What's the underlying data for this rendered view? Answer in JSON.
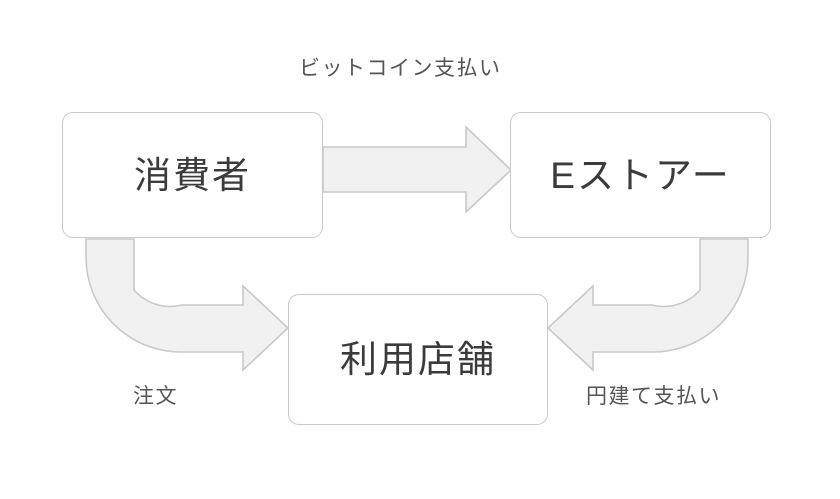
{
  "diagram": {
    "title_text": "",
    "background_color": "#ffffff",
    "node_fill": "#ffffff",
    "node_border_color": "#c9c9c9",
    "arrow_fill": "#f1f1f1",
    "arrow_border_color": "#c9c9c9",
    "node_text_color": "#3b3b3b",
    "label_text_color": "#555555",
    "nodes": [
      {
        "id": "consumer",
        "label": "消費者"
      },
      {
        "id": "estore",
        "label": "Eストアー"
      },
      {
        "id": "shop",
        "label": "利用店舗"
      }
    ],
    "edges": [
      {
        "id": "bitcoin-payment",
        "label": "ビットコイン支払い",
        "from": "consumer",
        "to": "estore",
        "shape": "straight-right"
      },
      {
        "id": "order",
        "label": "注文",
        "from": "consumer",
        "to": "shop",
        "shape": "elbow-down-right"
      },
      {
        "id": "yen-payment",
        "label": "円建て支払い",
        "from": "estore",
        "to": "shop",
        "shape": "elbow-down-left"
      }
    ]
  }
}
